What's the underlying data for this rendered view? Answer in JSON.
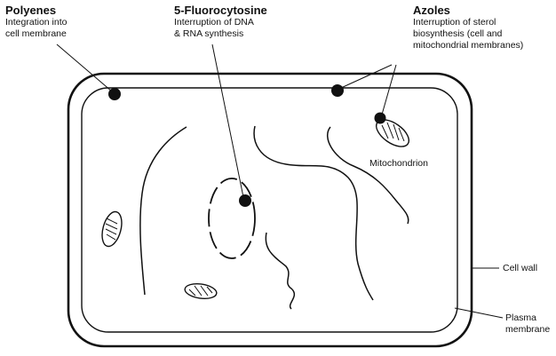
{
  "drugs": {
    "polyenes": {
      "name": "Polyenes",
      "action": "Integration into\ncell membrane"
    },
    "fluorocytosine": {
      "name": "5-Fluorocytosine",
      "action": "Interruption of DNA\n& RNA synthesis"
    },
    "azoles": {
      "name": "Azoles",
      "action": "Interruption of sterol\nbiosynthesis (cell and\nmitochondrial membranes)"
    }
  },
  "structures": {
    "mitochondrion": "Mitochondrion",
    "cell_wall": "Cell wall",
    "plasma_membrane": "Plasma\nmembrane"
  }
}
